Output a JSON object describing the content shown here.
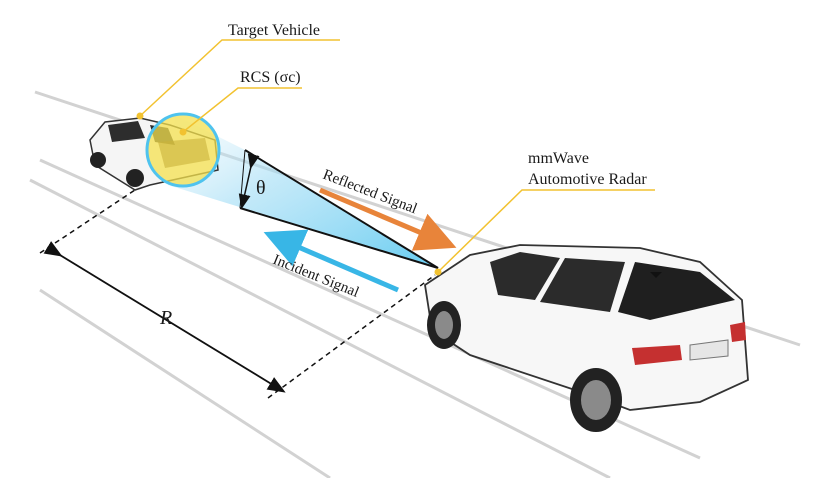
{
  "labels": {
    "target_vehicle": "Target Vehicle",
    "rcs": "RCS (σc)",
    "radar_line1": "mmWave",
    "radar_line2": "Automotive Radar",
    "reflected_signal": "Reflected Signal",
    "incident_signal": "Incident Signal",
    "theta": "θ",
    "range": "R"
  },
  "colors": {
    "callout_line": "#f2c230",
    "callout_dot": "#f2c230",
    "reflected_arrow": "#e8843a",
    "incident_arrow": "#38b6e6",
    "beam": "#4fc3ee",
    "rcs_circle_fill": "#f4e04d",
    "rcs_circle_stroke": "#4fc3ee",
    "road_line": "#cfcfcf",
    "dimension_line": "#111111"
  }
}
